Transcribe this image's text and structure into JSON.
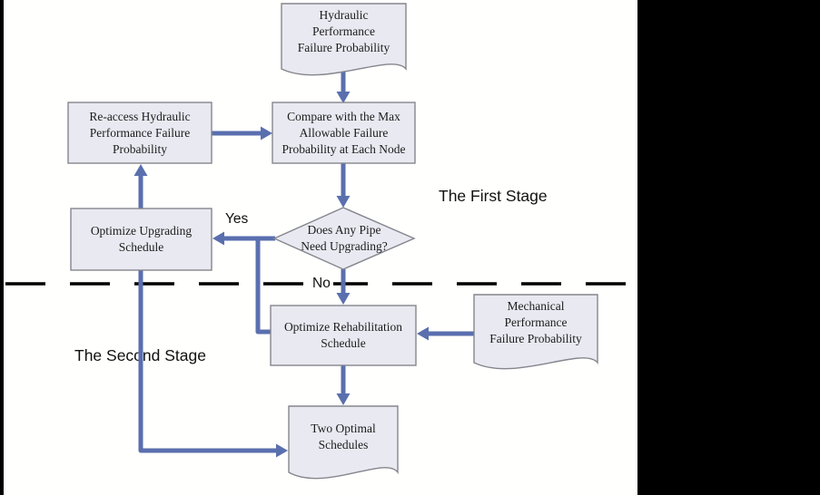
{
  "flowchart": {
    "labels": {
      "stage1": "The First Stage",
      "stage2": "The Second Stage",
      "yes": "Yes",
      "no": "No"
    },
    "hydraulic_doc": {
      "lines": [
        "Hydraulic",
        "Performance",
        "Failure Probability"
      ]
    },
    "compare_box": {
      "lines": [
        "Compare with the Max",
        "Allowable Failure",
        "Probability at Each Node"
      ]
    },
    "reaccess_box": {
      "lines": [
        "Re-access Hydraulic",
        "Performance Failure",
        "Probability"
      ]
    },
    "decision_diamond": {
      "lines": [
        "Does Any Pipe",
        "Need Upgrading?"
      ]
    },
    "upgrade_box": {
      "lines": [
        "Optimize Upgrading",
        "Schedule"
      ]
    },
    "rehab_box": {
      "lines": [
        "Optimize Rehabilitation",
        "Schedule"
      ]
    },
    "mechanical_doc": {
      "lines": [
        "Mechanical",
        "Performance",
        "Failure Probability"
      ]
    },
    "output_doc": {
      "lines": [
        "Two Optimal",
        "Schedules"
      ]
    },
    "colors": {
      "arrow": "#5a6fae",
      "shape_fill": "#e9e9f2",
      "shape_border": "#85858d",
      "divider": "#000000"
    }
  }
}
